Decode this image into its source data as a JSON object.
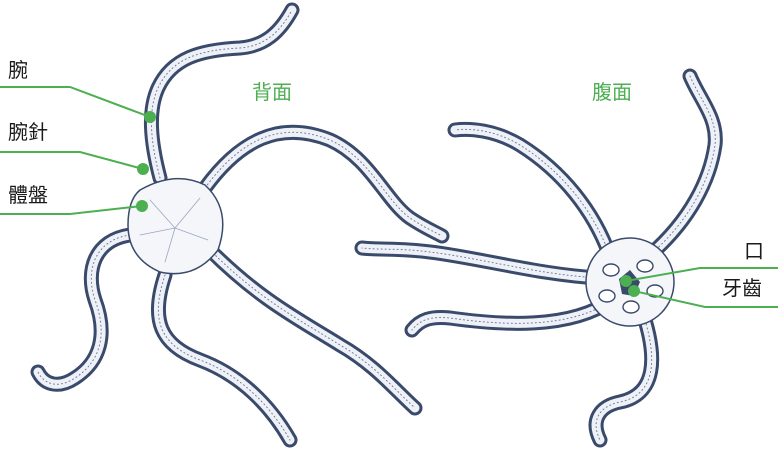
{
  "views": {
    "dorsal": "背面",
    "ventral": "腹面"
  },
  "labels": {
    "arm": "腕",
    "arm_spine": "腕針",
    "disc": "體盤",
    "mouth": "口",
    "teeth": "牙齒"
  },
  "colors": {
    "outline": "#3a4a6b",
    "body_fill": "#eef1f7",
    "accent": "#4caf50",
    "label_text": "#1a1a1a"
  }
}
